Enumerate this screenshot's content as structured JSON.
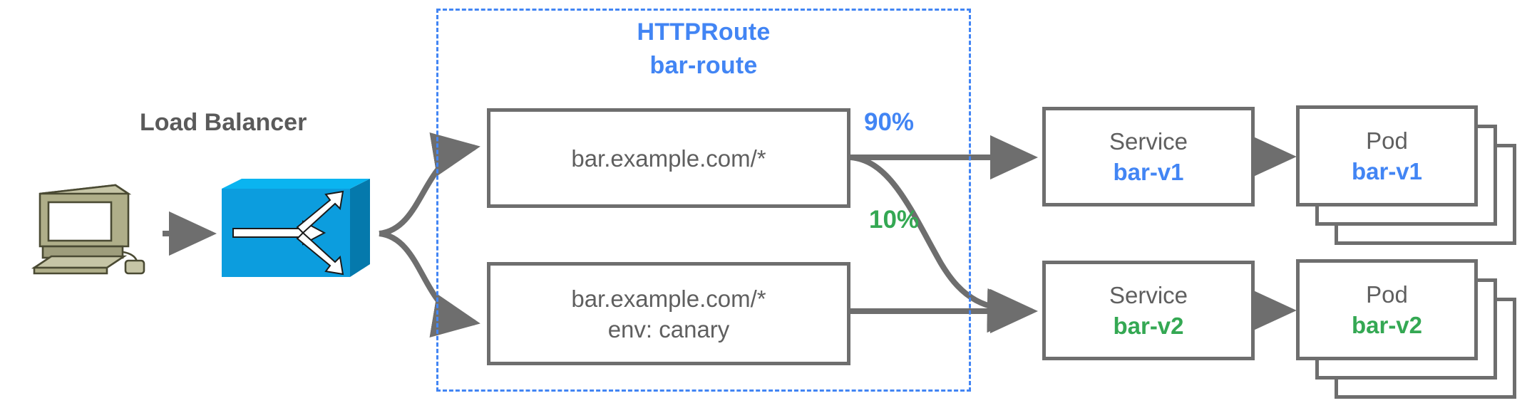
{
  "diagram": {
    "title": "HTTPRoute canary traffic splitting",
    "colors": {
      "accent_blue": "#4285F4",
      "accent_green": "#34A853",
      "stroke_gray": "#6E6E6E",
      "text_gray": "#5F5F5F",
      "lb_blue": "#0C9DDE",
      "computer_beige": "#B9B893"
    }
  },
  "client": {
    "icon": "desktop-computer-icon"
  },
  "load_balancer": {
    "label": "Load Balancer",
    "icon": "load-balancer-icon"
  },
  "http_route": {
    "kind_label": "HTTPRoute",
    "name_label": "bar-route",
    "rules": [
      {
        "id": "rule-primary",
        "lines": [
          "bar.example.com/*"
        ],
        "weight_label": "90%",
        "weight_value": 90,
        "weight_color": "#4285F4"
      },
      {
        "id": "rule-canary",
        "lines": [
          "bar.example.com/*",
          "env: canary"
        ],
        "weight_label": "10%",
        "weight_value": 10,
        "weight_color": "#34A853"
      }
    ]
  },
  "backends": [
    {
      "id": "backend-v1",
      "service": {
        "kind_label": "Service",
        "name_label": "bar-v1",
        "accent": "blue"
      },
      "pod": {
        "kind_label": "Pod",
        "name_label": "bar-v1",
        "accent": "blue",
        "replica_cards": 3
      }
    },
    {
      "id": "backend-v2",
      "service": {
        "kind_label": "Service",
        "name_label": "bar-v2",
        "accent": "green"
      },
      "pod": {
        "kind_label": "Pod",
        "name_label": "bar-v2",
        "accent": "green",
        "replica_cards": 3
      }
    }
  ],
  "connections": [
    {
      "id": "client-to-lb",
      "from": "client",
      "to": "load-balancer",
      "style": "straight-arrow"
    },
    {
      "id": "lb-to-rule-primary",
      "from": "load-balancer",
      "to": "rule-primary",
      "style": "curved-arrow"
    },
    {
      "id": "lb-to-rule-canary",
      "from": "load-balancer",
      "to": "rule-canary",
      "style": "curved-arrow"
    },
    {
      "id": "rule-primary-to-service-v1",
      "from": "rule-primary",
      "to": "service-v1",
      "style": "straight-arrow",
      "label": "90%"
    },
    {
      "id": "rule-primary-to-service-v2",
      "from": "rule-primary",
      "to": "service-v2",
      "style": "curved-arrow",
      "label": "10%"
    },
    {
      "id": "rule-canary-to-service-v2",
      "from": "rule-canary",
      "to": "service-v2",
      "style": "straight-arrow"
    },
    {
      "id": "service-v1-to-pod-v1",
      "from": "service-v1",
      "to": "pod-v1",
      "style": "straight-arrow"
    },
    {
      "id": "service-v2-to-pod-v2",
      "from": "service-v2",
      "to": "pod-v2",
      "style": "straight-arrow"
    }
  ]
}
